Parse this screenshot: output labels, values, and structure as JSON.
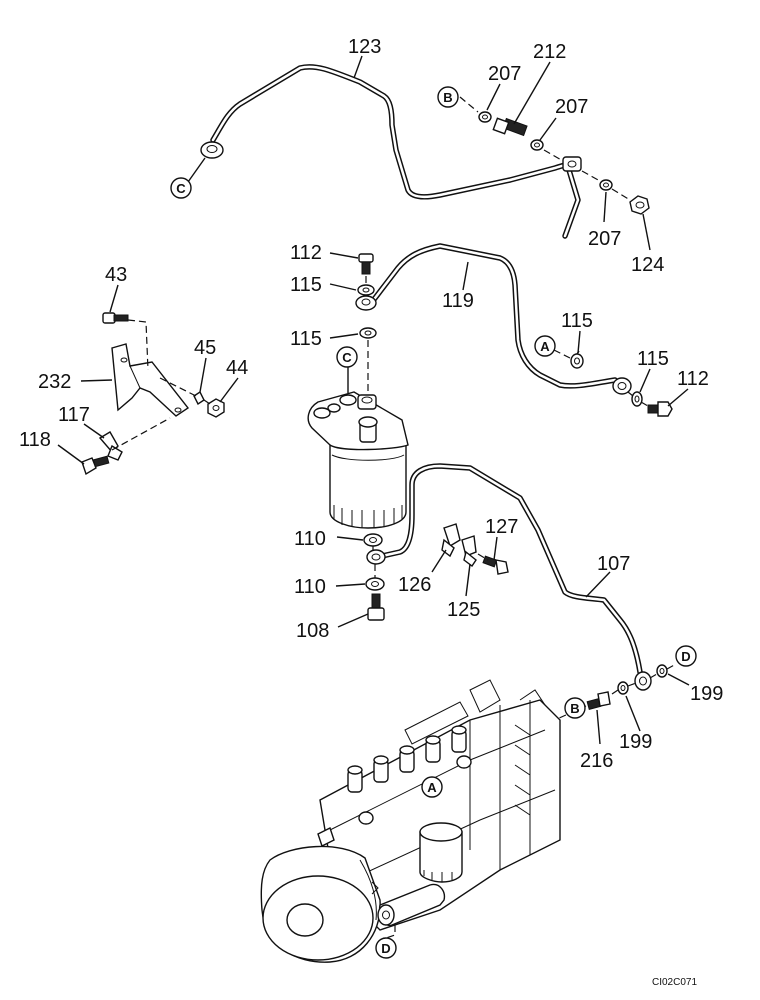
{
  "diagram": {
    "labels": {
      "l123": "123",
      "l212": "212",
      "l207a": "207",
      "l207b": "207",
      "l207c": "207",
      "l124": "124",
      "l112a": "112",
      "l115a": "115",
      "l119": "119",
      "l115b": "115",
      "l115c": "115",
      "l115d": "115",
      "l112b": "112",
      "l43": "43",
      "l45": "45",
      "l44": "44",
      "l232": "232",
      "l117": "117",
      "l118": "118",
      "l110a": "110",
      "l110b": "110",
      "l108": "108",
      "l127": "127",
      "l126": "126",
      "l125": "125",
      "l107": "107",
      "l199a": "199",
      "l199b": "199",
      "l216": "216"
    },
    "refs": {
      "c1": "C",
      "b1": "B",
      "c2": "C",
      "a1": "A",
      "b2": "B",
      "a2": "A",
      "d1": "D",
      "d2": "D"
    },
    "drawing_code": "CI02C071"
  }
}
